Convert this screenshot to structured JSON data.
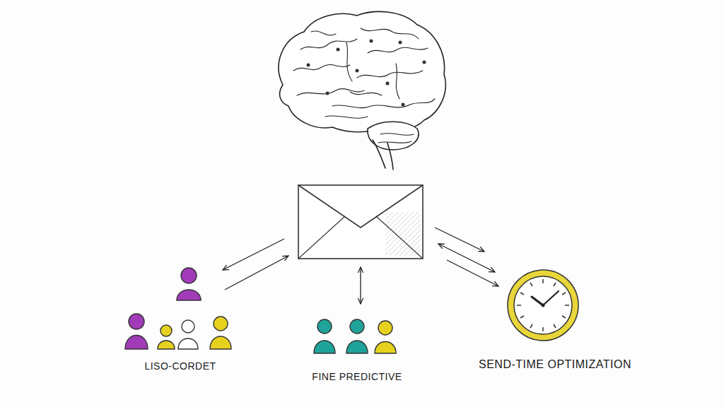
{
  "diagram": {
    "labels": [
      "LISO-CORDET",
      "FINE PREDICTIVE",
      "SEND-TIME OPTIMIZATION"
    ]
  }
}
